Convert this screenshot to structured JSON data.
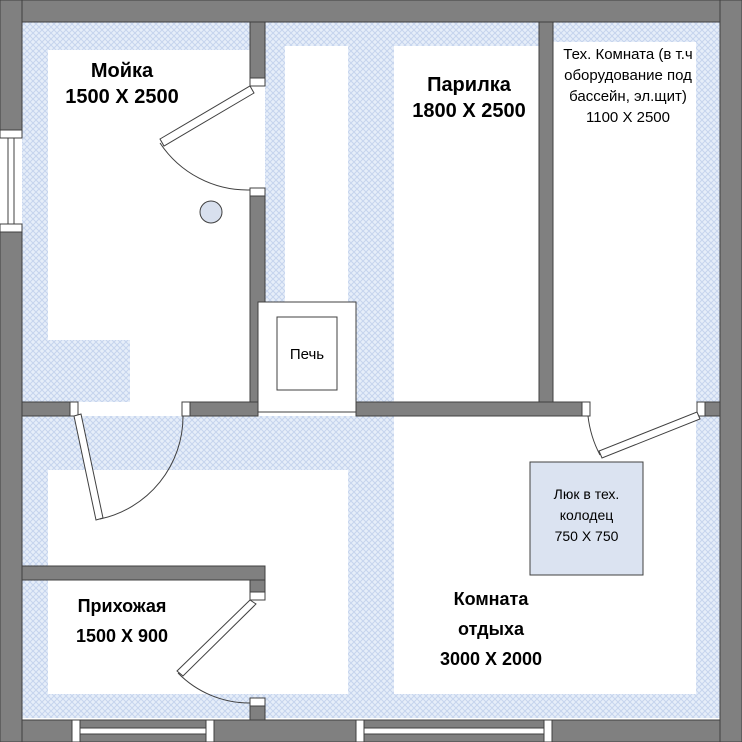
{
  "rooms": {
    "moika": {
      "name": "Мойка",
      "size": "1500 Х 2500"
    },
    "parilka": {
      "name": "Парилка",
      "size": "1800 Х 2500"
    },
    "tech": {
      "line1": "Тех. Комната (в т.ч",
      "line2": "оборудование под",
      "line3": "бассейн, эл.щит)",
      "size": "1100 Х 2500"
    },
    "prikhozhaya": {
      "name": "Прихожая",
      "size": "1500 Х 900"
    },
    "komnata": {
      "line1": "Комната",
      "line2": "отдыха",
      "size": "3000 Х 2000"
    }
  },
  "stove": {
    "label": "Печь"
  },
  "hatch": {
    "line1": "Люк в тех.",
    "line2": "колодец",
    "size": "750 Х 750"
  },
  "colors": {
    "wall_fill": "#808080",
    "wall_stroke": "#404040",
    "hatch_bg": "#e4ecf8",
    "hatch_line": "#c8d6ee",
    "hatch_box": "#dbe3f1"
  }
}
